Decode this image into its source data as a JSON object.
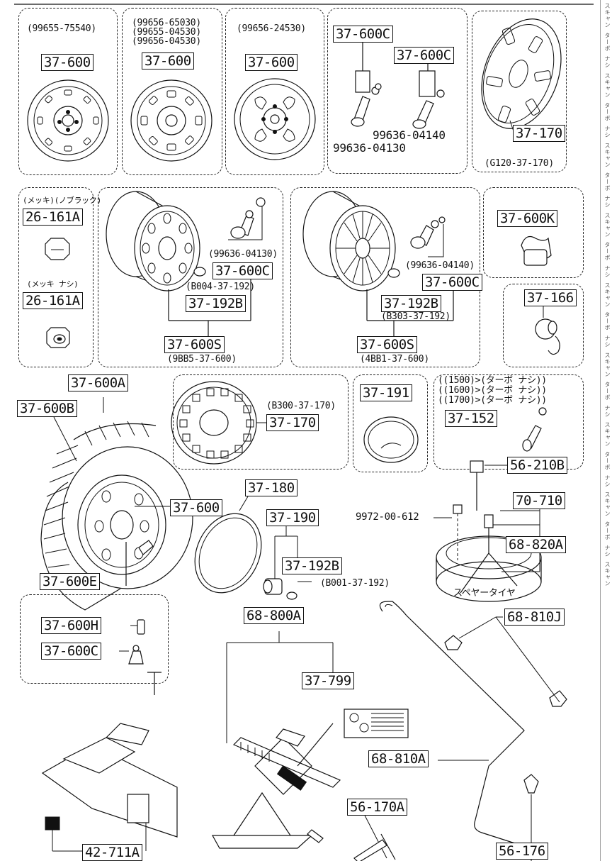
{
  "part_labels": [
    "37-600",
    "37-600",
    "37-600",
    "37-600C",
    "37-600C",
    "37-170",
    "26-161A",
    "26-161A",
    "37-600C",
    "37-192B",
    "37-600S",
    "37-600C",
    "37-192B",
    "37-600S",
    "37-600K",
    "37-166",
    "37-600A",
    "37-600B",
    "37-600",
    "37-600E",
    "37-170",
    "37-191",
    "37-152",
    "56-210B",
    "70-710",
    "68-820A",
    "37-180",
    "37-190",
    "37-192B",
    "37-600H",
    "37-600C",
    "68-800A",
    "37-799",
    "68-810J",
    "68-810A",
    "56-170A",
    "42-711A",
    "56-176"
  ],
  "part_numbers": [
    "(99655-75540)",
    "(99656-65030)",
    "(99655-04530)",
    "(99656-04530)",
    "(99656-24530)",
    "99636-04140",
    "99636-04130",
    "(G120-37-170)",
    "(メッキ)(ノブラック)",
    "(メッキ ナシ)",
    "(99636-04130)",
    "(B004-37-192)",
    "(9BB5-37-600)",
    "(99636-04140)",
    "(B303-37-192)",
    "(4BB1-37-600)",
    "(B300-37-170)",
    "((1500)>(ターボ ナシ))",
    "((1600)>(ターボ ナシ))",
    "((1700)>(ターボ ナシ))",
    "9972-00-612",
    "スペヤータイヤ",
    "(B001-37-192)"
  ],
  "side_stamp": "スキャン ターボ ナシ スキャン ターボ ナシ スキャン ターボ ナシ スキャン ターボ ナシ スキャン ターボ ナシ スキャン ターボ ナシ スキャン ターボ ナシ スキャン ターボ ナシ スキャン"
}
